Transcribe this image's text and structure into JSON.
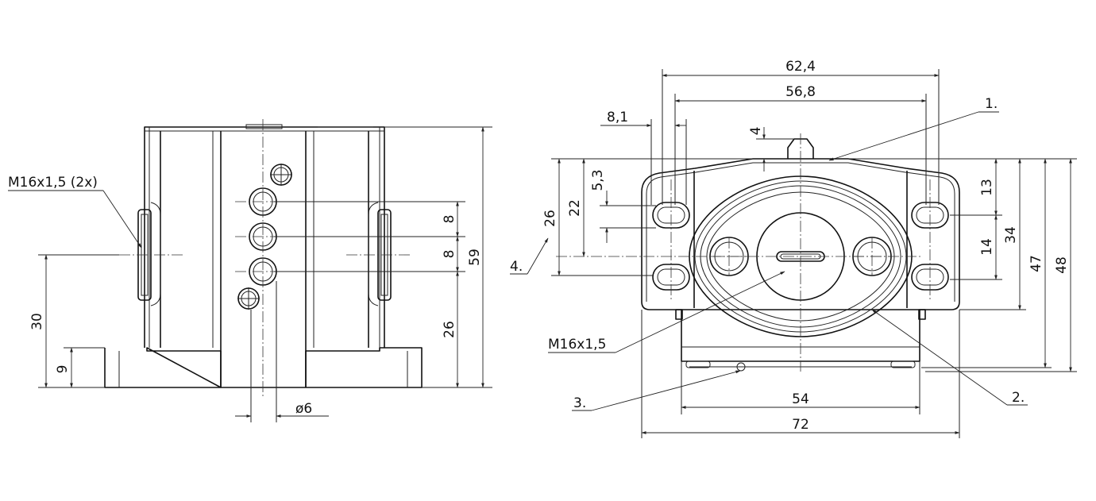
{
  "colors": {
    "line": "#111111",
    "background": "#ffffff"
  },
  "labels": {
    "thread_side": "M16x1,5 (2x)",
    "thread_front": "M16x1,5",
    "diameter": "ø6",
    "callout_1": "1.",
    "callout_2": "2.",
    "callout_3": "3.",
    "callout_4": "4."
  },
  "dimensions": {
    "side_8_upper": "8",
    "side_8_lower": "8",
    "side_59": "59",
    "side_26": "26",
    "side_30": "30",
    "side_9": "9",
    "front_62_4": "62,4",
    "front_56_8": "56,8",
    "front_8_1": "8,1",
    "front_4": "4",
    "front_5_3": "5,3",
    "front_22": "22",
    "front_26": "26",
    "front_13": "13",
    "front_14": "14",
    "front_34": "34",
    "front_47": "47",
    "front_48": "48",
    "front_54": "54",
    "front_72": "72"
  }
}
